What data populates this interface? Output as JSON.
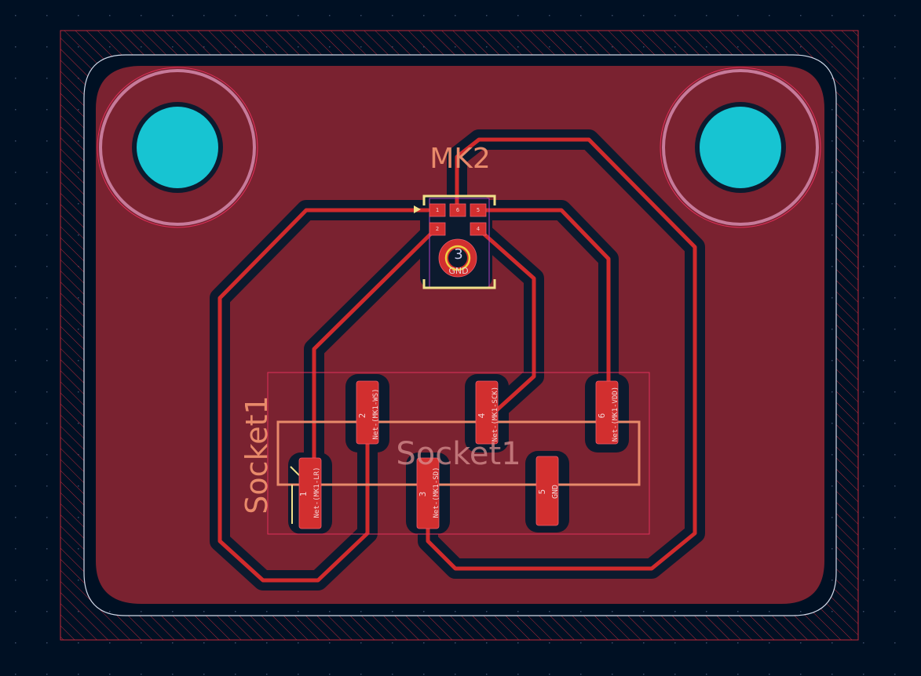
{
  "board": {
    "colors": {
      "background": "#001023",
      "copper": "#7a2230",
      "track": "#d02a2c",
      "hole": "#17c4d2",
      "silk": "#e88a6a",
      "courtyard": "#e0305a",
      "edge": "#d0d8e8"
    },
    "mic": {
      "reference": "MK2",
      "pads": [
        {
          "number": "1"
        },
        {
          "number": "6"
        },
        {
          "number": "5"
        },
        {
          "number": "2"
        },
        {
          "number": "4"
        },
        {
          "number": "3",
          "net": "GND"
        }
      ]
    },
    "socket": {
      "reference": "Socket1",
      "value": "Socket1",
      "pads": [
        {
          "number": "1",
          "net": "Net-(MK1-LR)"
        },
        {
          "number": "2",
          "net": "Net-(MK1-WS)"
        },
        {
          "number": "3",
          "net": "Net-(MK1-SD)"
        },
        {
          "number": "4",
          "net": "Net-(MK1-SCK)"
        },
        {
          "number": "5",
          "net": "GND"
        },
        {
          "number": "6",
          "net": "Net-(MK1-VDD)"
        }
      ]
    }
  }
}
